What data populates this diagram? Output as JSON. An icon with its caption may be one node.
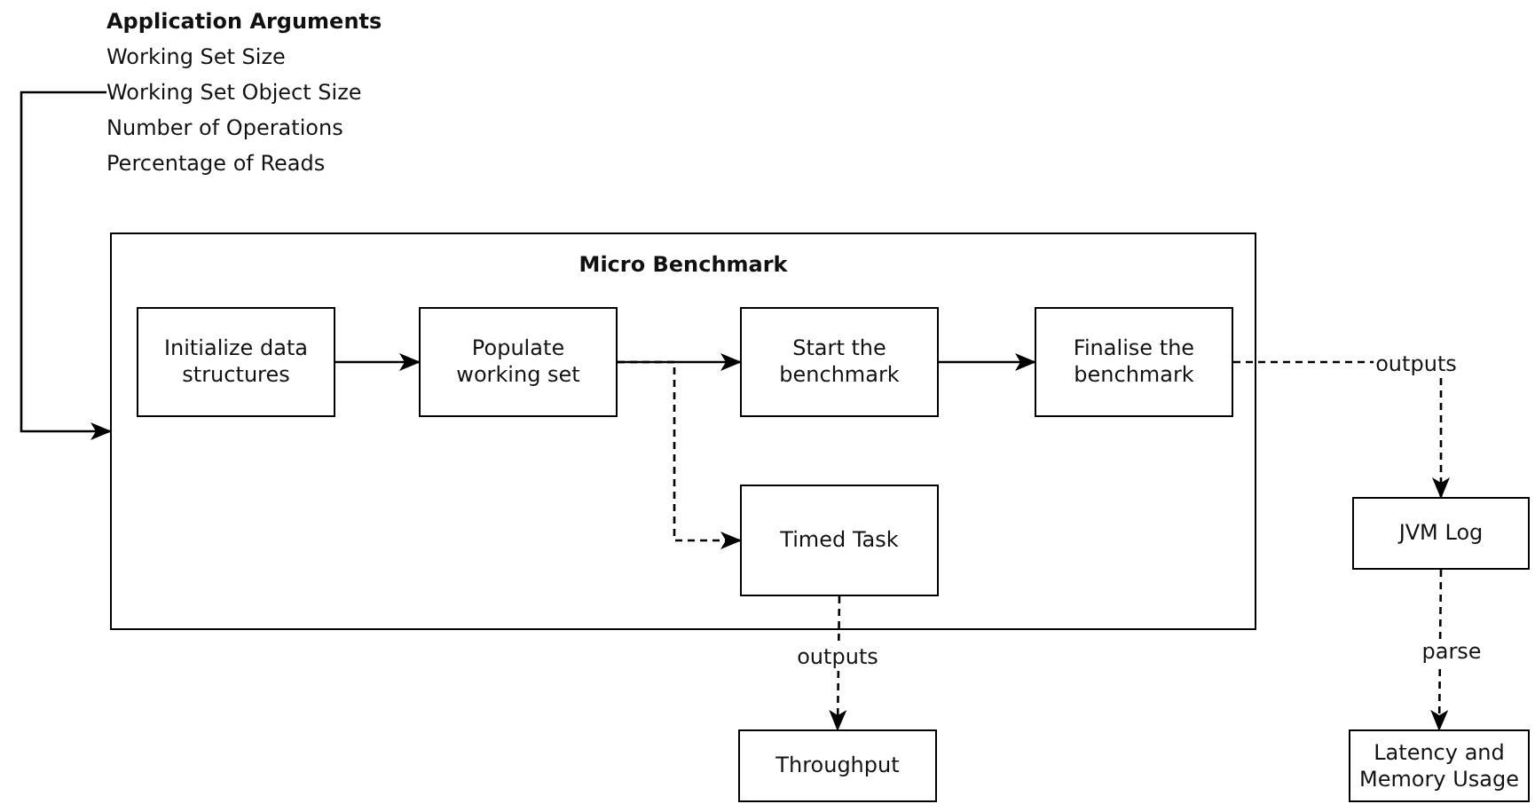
{
  "diagram": {
    "nodes": [
      {
        "text": [
          "Application Arguments",
          "Working Set Size",
          "Working Set Object Size",
          "Number of Operations",
          "Percentage of Reads"
        ]
      },
      {
        "text": [
          "Micro Benchmark"
        ]
      },
      {
        "text": [
          "Initialize data structures"
        ],
        "in": 1
      },
      {
        "text": [
          "Populate working set"
        ],
        "in": 1
      },
      {
        "text": [
          "Start the benchmark"
        ],
        "in": 1
      },
      {
        "text": [
          "Finalise the benchmark"
        ],
        "in": 1
      },
      {
        "text": [
          "Timed Task"
        ],
        "in": 1
      },
      {
        "text": [
          "JVM Log"
        ]
      },
      {
        "text": [
          "Throughput"
        ]
      },
      {
        "text": [
          "Latency and Memory Usage"
        ]
      }
    ],
    "edges": [
      {
        "from": 0,
        "to": 1,
        "arrow": "to"
      },
      {
        "from": 2,
        "to": 3,
        "arrow": "to"
      },
      {
        "from": 3,
        "to": 4,
        "arrow": "to"
      },
      {
        "from": 3,
        "to": 6,
        "arrow": "to",
        "style": "dashed"
      },
      {
        "from": 4,
        "to": 5,
        "arrow": "to"
      },
      {
        "from": 5,
        "to": 7,
        "arrow": "to",
        "style": "dashed",
        "label": "outputs"
      },
      {
        "from": 6,
        "to": 8,
        "arrow": "to",
        "style": "dashed",
        "label": "outputs"
      },
      {
        "from": 7,
        "to": 9,
        "arrow": "to",
        "style": "dashed",
        "label": "parse"
      }
    ]
  }
}
